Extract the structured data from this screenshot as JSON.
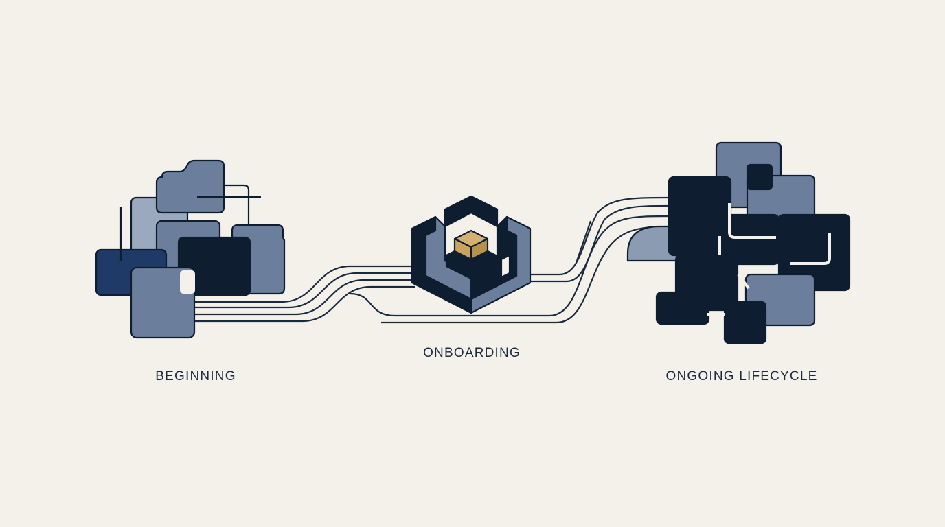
{
  "stages": {
    "beginning": {
      "label": "BEGINNING"
    },
    "onboarding": {
      "label": "ONBOARDING"
    },
    "ongoing": {
      "label": "ONGOING LIFECYCLE"
    }
  },
  "colors": {
    "background": "#f3f1ea",
    "dark_navy": "#0f1d30",
    "slate_blue": "#6b7f9c",
    "light_slate": "#8a9bb2",
    "royal_navy": "#1f3a66",
    "gold": "#c9a45f",
    "line": "#1c2a3e"
  }
}
